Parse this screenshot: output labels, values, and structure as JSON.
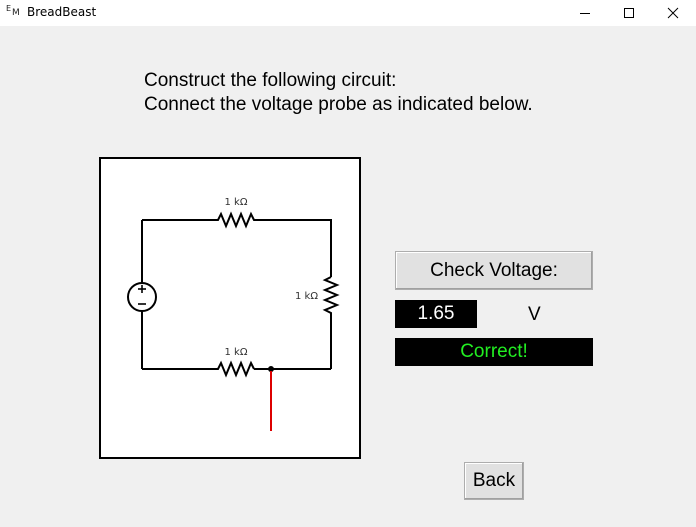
{
  "window": {
    "app_icon_e": "E",
    "app_icon_m": "M",
    "title": "BreadBeast",
    "controls": [
      "minimize-icon",
      "maximize-icon",
      "close-icon"
    ]
  },
  "instructions": {
    "line1": "Construct the following circuit:",
    "line2": "Connect the voltage probe as indicated below."
  },
  "circuit": {
    "resistor_top_label": "1 kΩ",
    "resistor_right_label": "1 kΩ",
    "resistor_bottom_label": "1 kΩ",
    "source_icon": "dc-voltage-source-icon",
    "probe_color": "#dd0000"
  },
  "controls": {
    "check_button_label": "Check Voltage:",
    "voltage_value": "1.65",
    "voltage_unit": "V",
    "status_text": "Correct!",
    "status_color": "#22ee22",
    "back_button_label": "Back"
  }
}
